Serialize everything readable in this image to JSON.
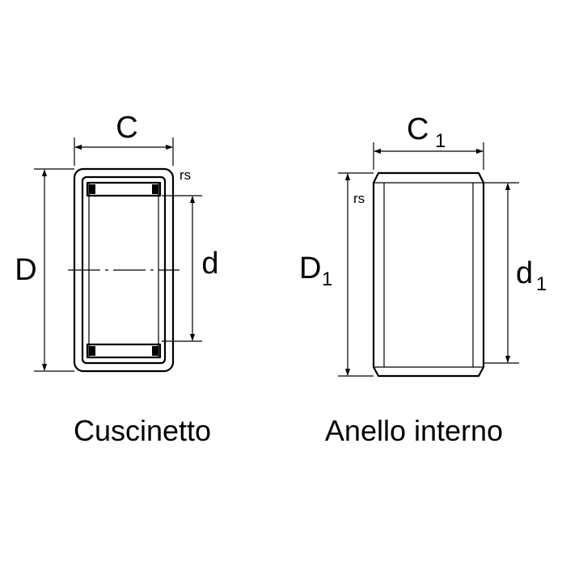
{
  "bearing": {
    "caption": "Cuscinetto",
    "dim_width": "C",
    "dim_outer": "D",
    "dim_inner": "d",
    "chamfer": "rs"
  },
  "inner_ring": {
    "caption": "Anello interno",
    "dim_width": "C",
    "dim_width_sub": "1",
    "dim_outer": "D",
    "dim_outer_sub": "1",
    "dim_inner": "d",
    "dim_inner_sub": "1",
    "chamfer": "rs"
  }
}
